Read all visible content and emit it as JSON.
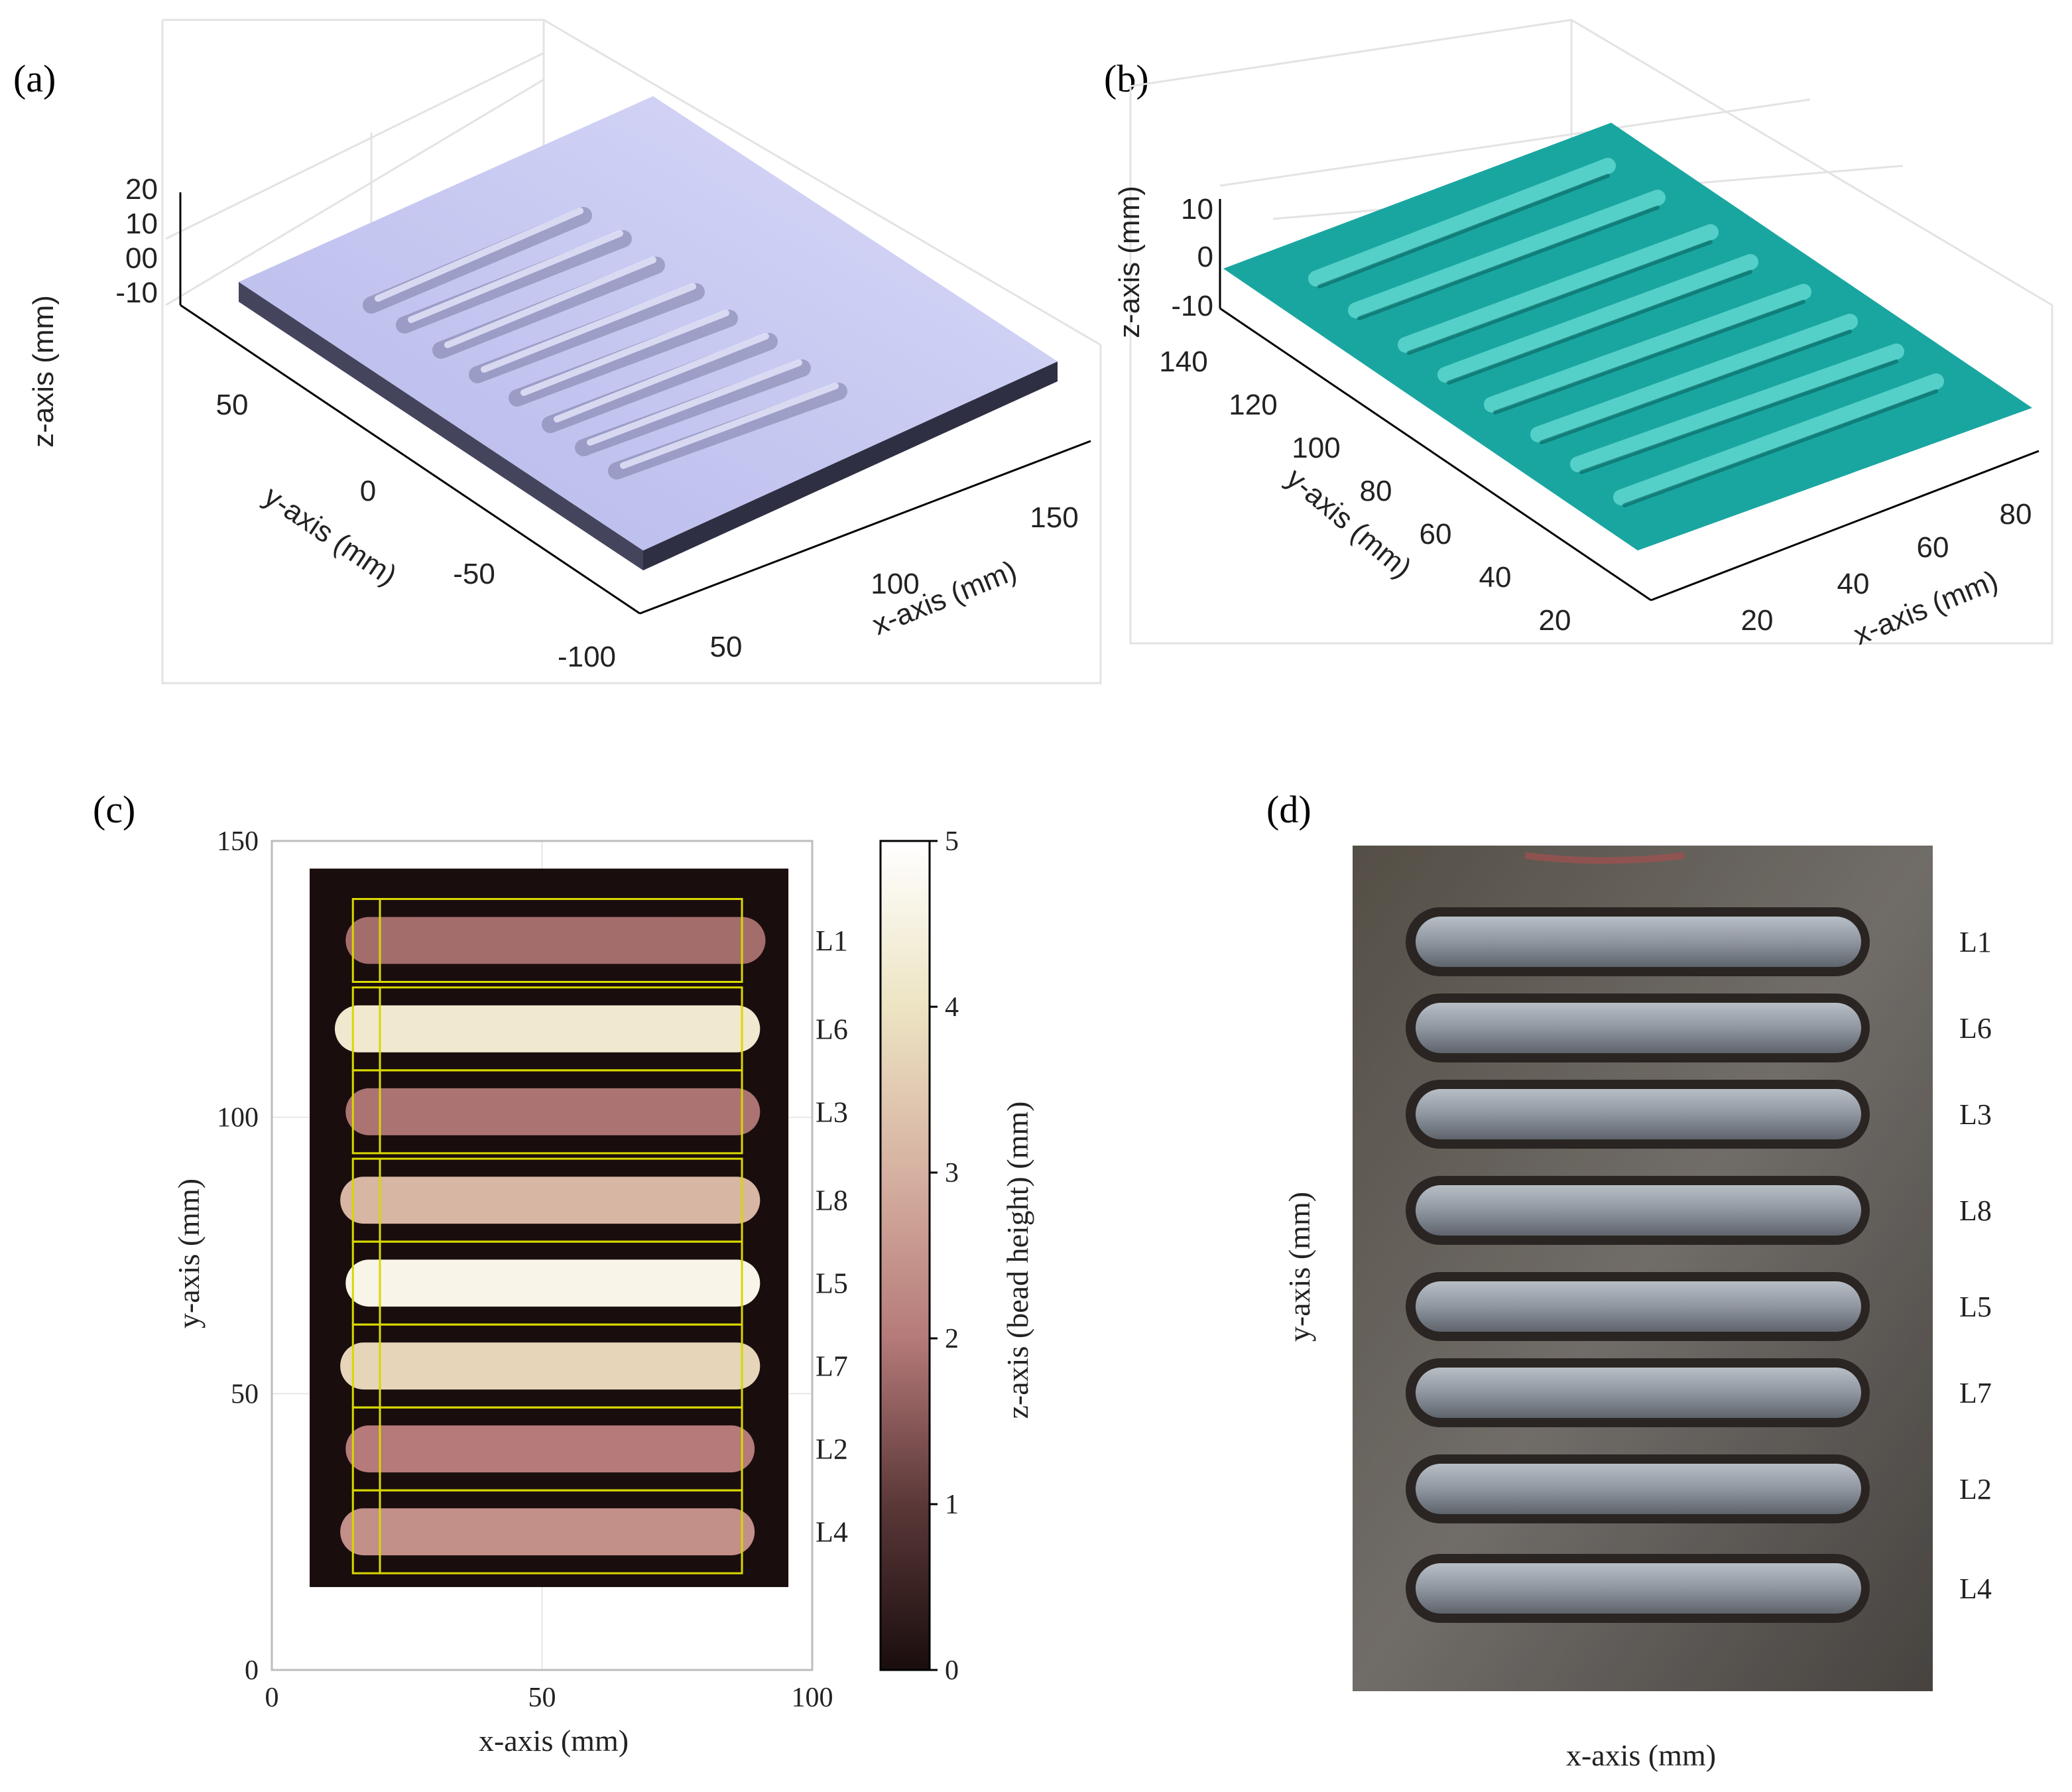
{
  "panels": {
    "a": {
      "label": "(a)",
      "zlabel": "z-axis (mm)",
      "ylabel": "y-axis (mm)",
      "xlabel": "x-axis (mm)",
      "zticks": [
        "20",
        "10",
        "00",
        "-10"
      ],
      "yticks": [
        "50",
        "0",
        "-50",
        "-100"
      ],
      "xticks": [
        "50",
        "100",
        "150"
      ],
      "surface_color": "#c9cbf5",
      "side_color": "#3e3f55"
    },
    "b": {
      "label": "(b)",
      "zlabel": "z-axis (mm)",
      "ylabel": "y-axis (mm)",
      "xlabel": "x-axis (mm)",
      "zticks": [
        "10",
        "0",
        "-10"
      ],
      "yticks": [
        "140",
        "120",
        "100",
        "80",
        "60",
        "40",
        "20"
      ],
      "xticks": [
        "20",
        "40",
        "60",
        "80"
      ],
      "surface_color": "#1aa6a0"
    },
    "c": {
      "label": "(c)",
      "xlabel": "x-axis (mm)",
      "ylabel": "y-axis (mm)",
      "colorbar_label": "z-axis (bead height) (mm)",
      "bead_labels": [
        "L1",
        "L6",
        "L3",
        "L8",
        "L5",
        "L7",
        "L2",
        "L4"
      ]
    },
    "d": {
      "label": "(d)",
      "xlabel": "x-axis (mm)",
      "ylabel": "y-axis (mm)",
      "bead_labels": [
        "L1",
        "L6",
        "L3",
        "L8",
        "L5",
        "L7",
        "L2",
        "L4"
      ]
    }
  },
  "chart_data": {
    "type": "heatmap",
    "x": {
      "label": "x-axis (mm)",
      "lim": [
        0,
        100
      ],
      "ticks": [
        0,
        50,
        100
      ]
    },
    "y": {
      "label": "y-axis (mm)",
      "lim": [
        0,
        150
      ],
      "ticks": [
        0,
        50,
        100,
        150
      ]
    },
    "colorbar": {
      "label": "z-axis (bead height) (mm)",
      "lim": [
        0,
        5
      ],
      "ticks": [
        0,
        1,
        2,
        3,
        4,
        5
      ]
    },
    "beads": [
      {
        "name": "L1",
        "y": 132,
        "x_start": 18,
        "x_end": 87,
        "height": 1.8
      },
      {
        "name": "L6",
        "y": 116,
        "x_start": 16,
        "x_end": 86,
        "height": 4.2
      },
      {
        "name": "L3",
        "y": 101,
        "x_start": 18,
        "x_end": 86,
        "height": 1.9
      },
      {
        "name": "L8",
        "y": 85,
        "x_start": 17,
        "x_end": 86,
        "height": 3.1
      },
      {
        "name": "L5",
        "y": 70,
        "x_start": 18,
        "x_end": 86,
        "height": 4.6
      },
      {
        "name": "L7",
        "y": 55,
        "x_start": 17,
        "x_end": 86,
        "height": 3.7
      },
      {
        "name": "L2",
        "y": 40,
        "x_start": 18,
        "x_end": 85,
        "height": 2.0
      },
      {
        "name": "L4",
        "y": 25,
        "x_start": 17,
        "x_end": 85,
        "height": 2.4
      }
    ],
    "grid": true
  }
}
